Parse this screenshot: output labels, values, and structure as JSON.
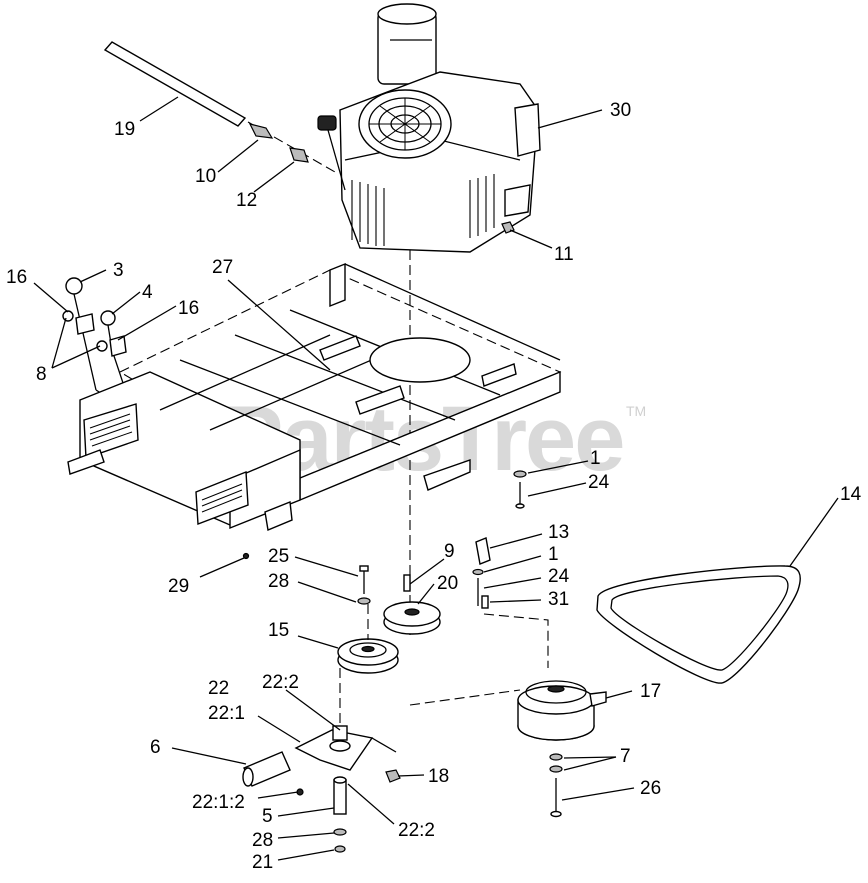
{
  "watermark": {
    "text": "PartsTree",
    "trademark": "TM"
  },
  "callouts": [
    {
      "id": "c19",
      "text": "19"
    },
    {
      "id": "c10",
      "text": "10"
    },
    {
      "id": "c12",
      "text": "12"
    },
    {
      "id": "c30",
      "text": "30"
    },
    {
      "id": "c11",
      "text": "11"
    },
    {
      "id": "c3",
      "text": "3"
    },
    {
      "id": "c16a",
      "text": "16"
    },
    {
      "id": "c4",
      "text": "4"
    },
    {
      "id": "c16b",
      "text": "16"
    },
    {
      "id": "c8",
      "text": "8"
    },
    {
      "id": "c27",
      "text": "27"
    },
    {
      "id": "c1a",
      "text": "1"
    },
    {
      "id": "c24a",
      "text": "24"
    },
    {
      "id": "c14",
      "text": "14"
    },
    {
      "id": "c13",
      "text": "13"
    },
    {
      "id": "c1b",
      "text": "1"
    },
    {
      "id": "c24b",
      "text": "24"
    },
    {
      "id": "c31",
      "text": "31"
    },
    {
      "id": "c9",
      "text": "9"
    },
    {
      "id": "c20",
      "text": "20"
    },
    {
      "id": "c25",
      "text": "25"
    },
    {
      "id": "c28a",
      "text": "28"
    },
    {
      "id": "c29",
      "text": "29"
    },
    {
      "id": "c15",
      "text": "15"
    },
    {
      "id": "c17",
      "text": "17"
    },
    {
      "id": "c22",
      "text": "22"
    },
    {
      "id": "c22_1",
      "text": "22:1"
    },
    {
      "id": "c22_2a",
      "text": "22:2"
    },
    {
      "id": "c6",
      "text": "6"
    },
    {
      "id": "c7",
      "text": "7"
    },
    {
      "id": "c18",
      "text": "18"
    },
    {
      "id": "c26",
      "text": "26"
    },
    {
      "id": "c22_1_2",
      "text": "22:1:2"
    },
    {
      "id": "c5",
      "text": "5"
    },
    {
      "id": "c22_2b",
      "text": "22:2"
    },
    {
      "id": "c28b",
      "text": "28"
    },
    {
      "id": "c21",
      "text": "21"
    }
  ]
}
